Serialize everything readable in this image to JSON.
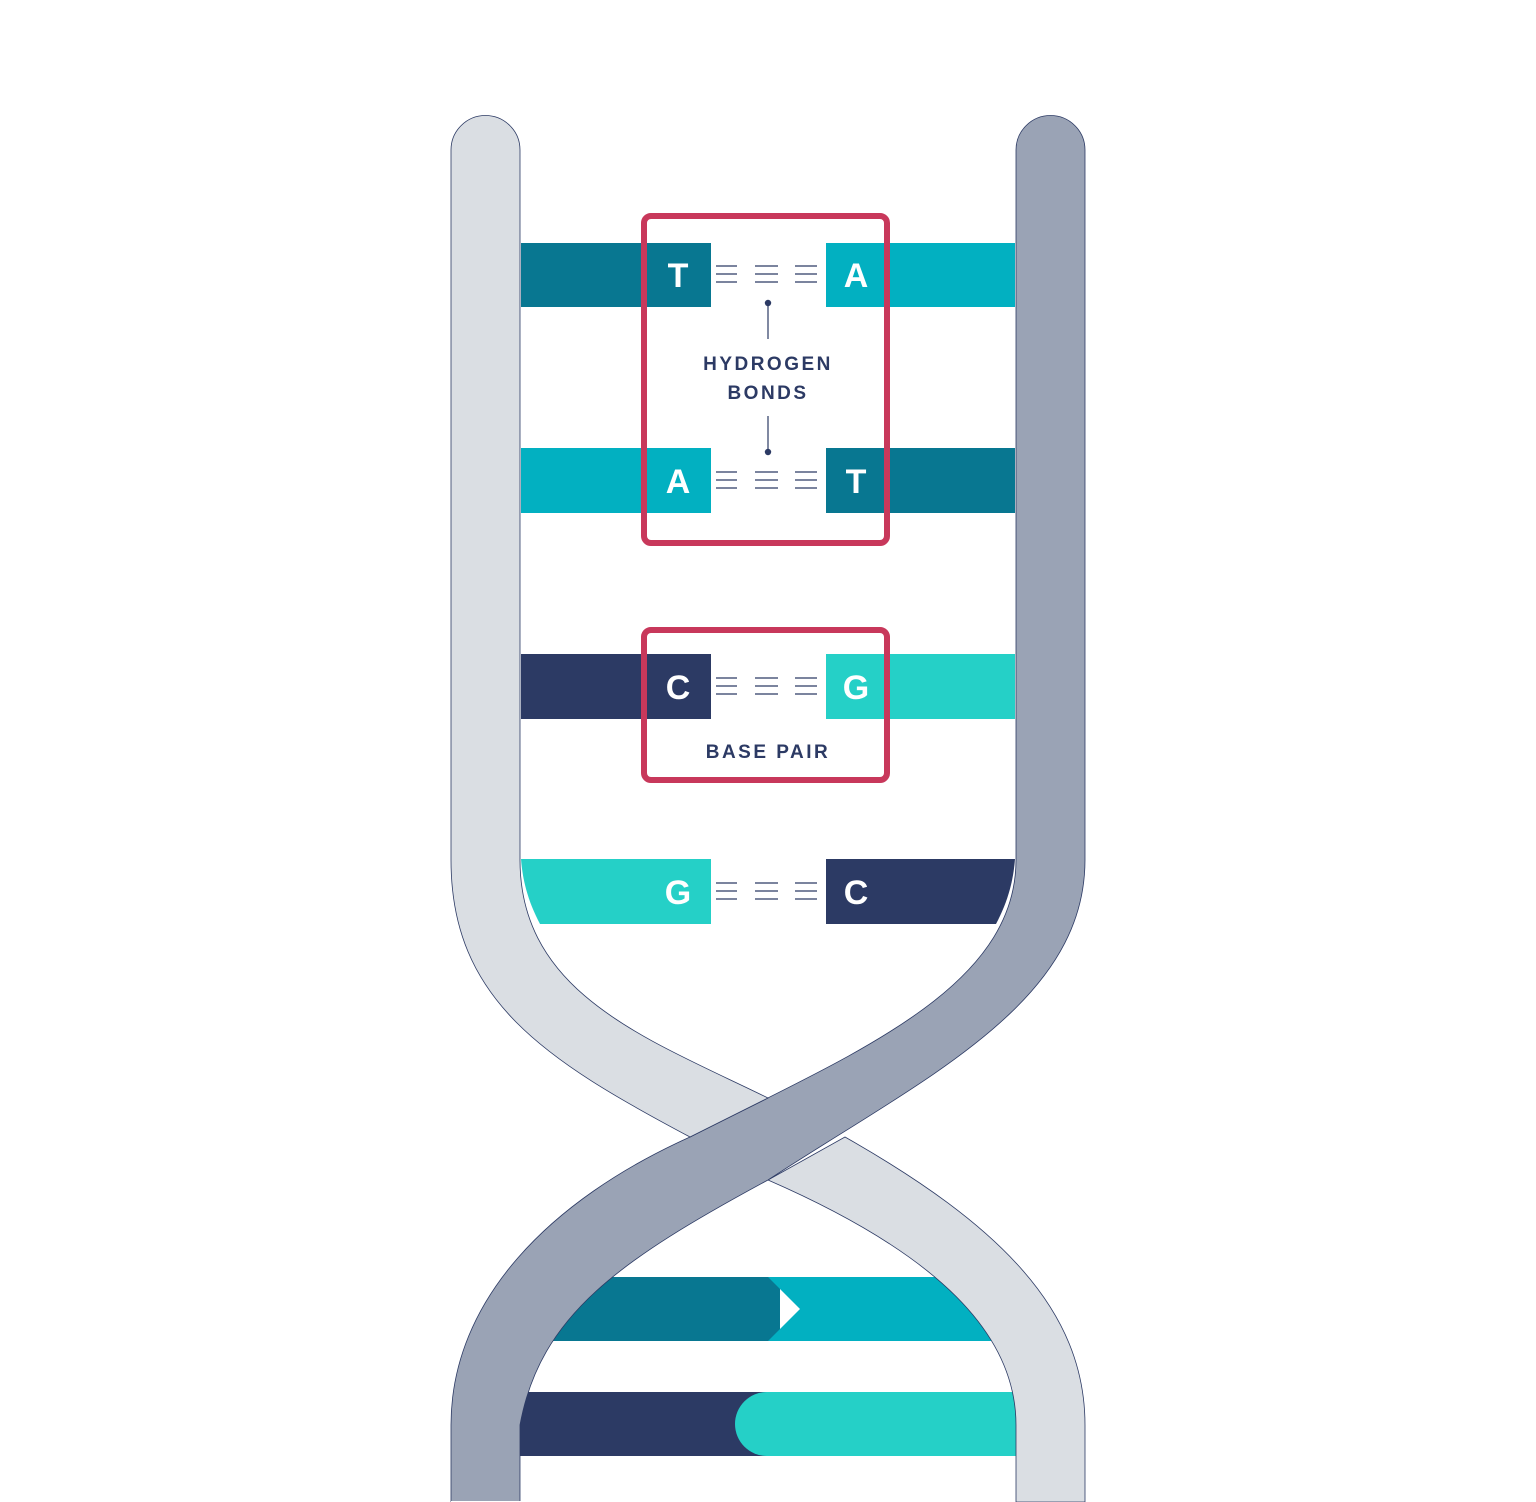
{
  "colors": {
    "strand_left": "#dadee3",
    "strand_right": "#9aa3b5",
    "strand_outline": "#2c3a64",
    "thymine": "#087791",
    "adenine": "#02b0c1",
    "cytosine": "#2c3a64",
    "guanine": "#25d0c7",
    "highlight_box": "#c8385b",
    "label_text": "#2c3a64"
  },
  "base_pairs": [
    {
      "left_base": "T",
      "right_base": "A",
      "bonds": 3
    },
    {
      "left_base": "A",
      "right_base": "T",
      "bonds": 3
    },
    {
      "left_base": "C",
      "right_base": "G",
      "bonds": 3
    },
    {
      "left_base": "G",
      "right_base": "C",
      "bonds": 3
    }
  ],
  "labels": {
    "hydrogen_bonds_line1": "HYDROGEN",
    "hydrogen_bonds_line2": "BONDS",
    "base_pair": "BASE PAIR"
  }
}
